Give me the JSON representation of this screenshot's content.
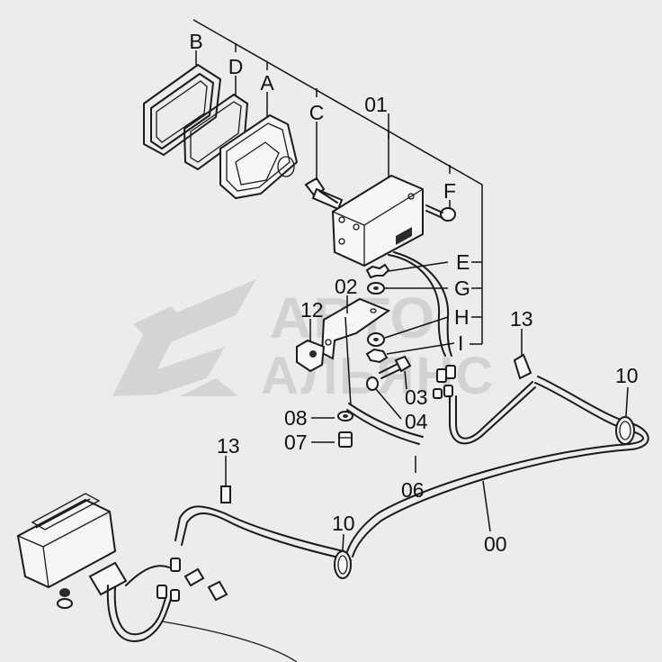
{
  "watermark": {
    "line1": "АВТО",
    "line2": "АЛЬЯНС"
  },
  "labels": {
    "B": "B",
    "D": "D",
    "A": "A",
    "C": "C",
    "p01": "01",
    "F": "F",
    "E": "E",
    "G": "G",
    "p02": "02",
    "H": "H",
    "I": "I",
    "p12": "12",
    "p13a": "13",
    "p10a": "10",
    "p03": "03",
    "p04": "04",
    "p08": "08",
    "p07": "07",
    "p06": "06",
    "p13b": "13",
    "p10b": "10",
    "p00": "00"
  }
}
